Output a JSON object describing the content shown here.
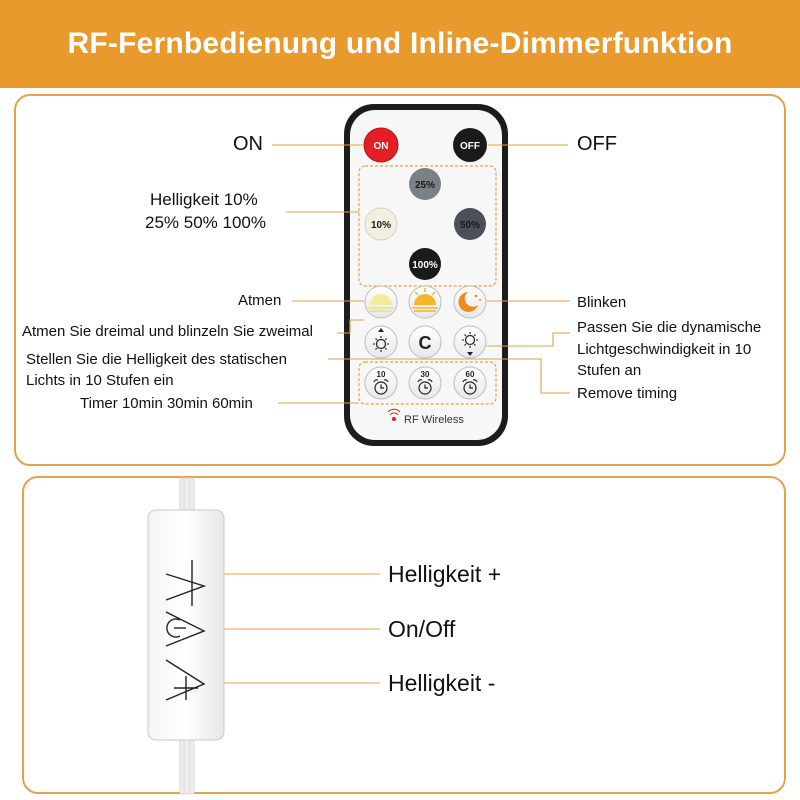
{
  "header": {
    "title": "RF-Fernbedienung und Inline-Dimmerfunktion"
  },
  "remote": {
    "on_button": "ON",
    "off_button": "OFF",
    "brightness_buttons": [
      "25%",
      "10%",
      "50%",
      "100%"
    ],
    "clear_button": "C",
    "timer_buttons": [
      "10",
      "30",
      "60"
    ],
    "brand": "RF Wireless"
  },
  "labels": {
    "on": "ON",
    "off": "OFF",
    "brightness_line1": "Helligkeit 10%",
    "brightness_line2": "25% 50% 100%",
    "breathe": "Atmen",
    "blink": "Blinken",
    "breathe_blink": "Atmen Sie dreimal und blinzeln Sie zweimal",
    "dynamic_speed_line1": "Passen Sie die dynamische",
    "dynamic_speed_line2": "Lichtgeschwindigkeit in 10",
    "dynamic_speed_line3": "Stufen an",
    "static_brightness_line1": "Stellen Sie die Helligkeit des statischen",
    "static_brightness_line2": "Lichts in 10 Stufen ein",
    "remove_timing": "Remove timing",
    "timer": "Timer 10min 30min 60min"
  },
  "dimmer": {
    "brightness_up": "Helligkeit +",
    "on_off": "On/Off",
    "brightness_down": "Helligkeit -"
  },
  "colors": {
    "accent": "#e89a2c",
    "panel_border": "#e4a24a",
    "on_red": "#e31e24",
    "off_black": "#1a1a1a",
    "brightness_25": "#7b8087",
    "brightness_50": "#4a5058",
    "brightness_10": "#f1f0e1"
  }
}
